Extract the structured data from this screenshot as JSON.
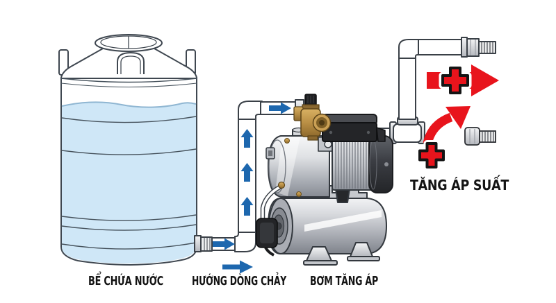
{
  "diagram": {
    "type": "technical-illustration",
    "subject": "Booster pump system with water storage tank",
    "background": "#ffffff",
    "labels": {
      "tank": "BỂ CHỨA NƯỚC",
      "flow_direction": "HƯỚNG DÒNG CHẢY",
      "pump": "BƠM TĂNG ÁP",
      "pressure_increase": "TĂNG ÁP SUẤT"
    },
    "colors": {
      "water": "#cfe7f7",
      "flow_arrow": "#1d67ae",
      "pressure_red": "#e8141c",
      "outline": "#3a4047",
      "brass": "#b5863f",
      "text": "#141414"
    },
    "icons": {
      "flow_arrow": "→",
      "flow_arrow_up": "↑",
      "pressure_plus": "+",
      "pressure_curved_arrow": "↗"
    }
  }
}
